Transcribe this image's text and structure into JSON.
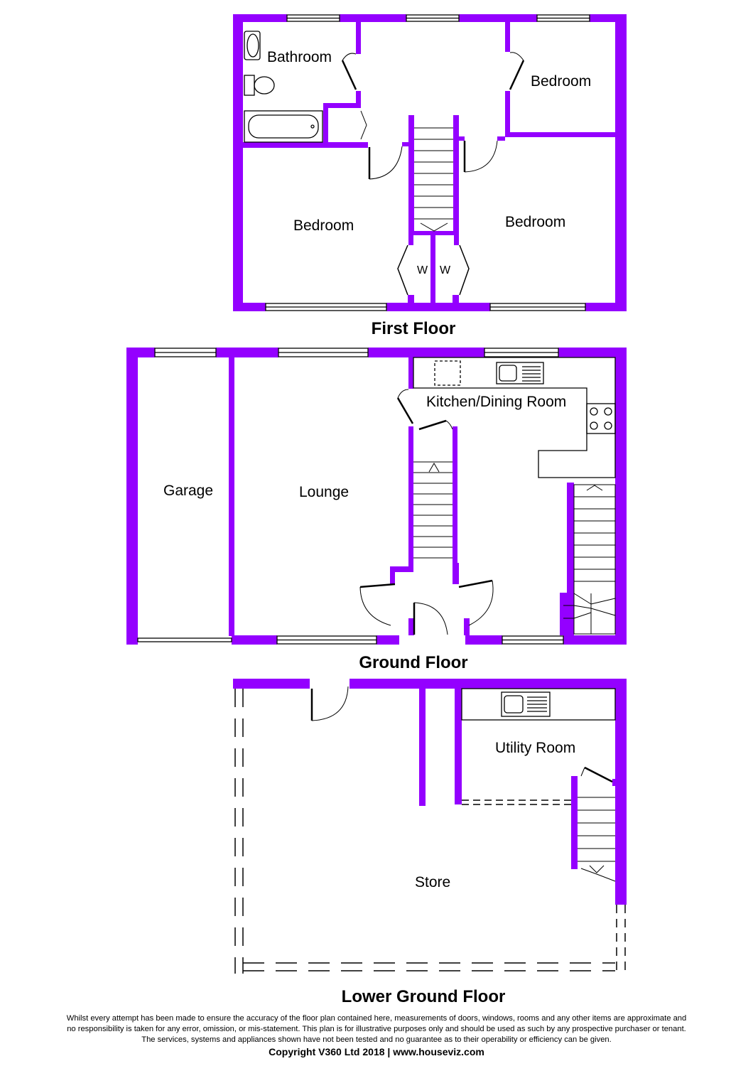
{
  "colors": {
    "wall": "#9400ff",
    "line": "#000000",
    "background": "#ffffff"
  },
  "floors": {
    "first": {
      "title": "First Floor",
      "rooms": {
        "bathroom": "Bathroom",
        "bedroom_ne": "Bedroom",
        "bedroom_sw": "Bedroom",
        "bedroom_se": "Bedroom"
      },
      "wardrobe_marks": [
        "W",
        "W"
      ]
    },
    "ground": {
      "title": "Ground Floor",
      "rooms": {
        "garage": "Garage",
        "lounge": "Lounge",
        "kitchen": "Kitchen/Dining Room"
      }
    },
    "lower": {
      "title": "Lower Ground Floor",
      "rooms": {
        "utility": "Utility Room",
        "store": "Store"
      }
    }
  },
  "disclaimer": {
    "line1": "Whilst every attempt has been made to ensure the accuracy of the floor plan contained here, measurements of doors, windows, rooms and any other items are approximate and",
    "line2": "no responsibility is taken for any error, omission, or mis-statement. This plan is for illustrative purposes only and should be used as such by any prospective purchaser or tenant.",
    "line3": "The services, systems and appliances shown have not been tested and no guarantee as to their operability or efficiency can be given.",
    "copyright": "Copyright V360 Ltd 2018 | www.houseviz.com"
  }
}
